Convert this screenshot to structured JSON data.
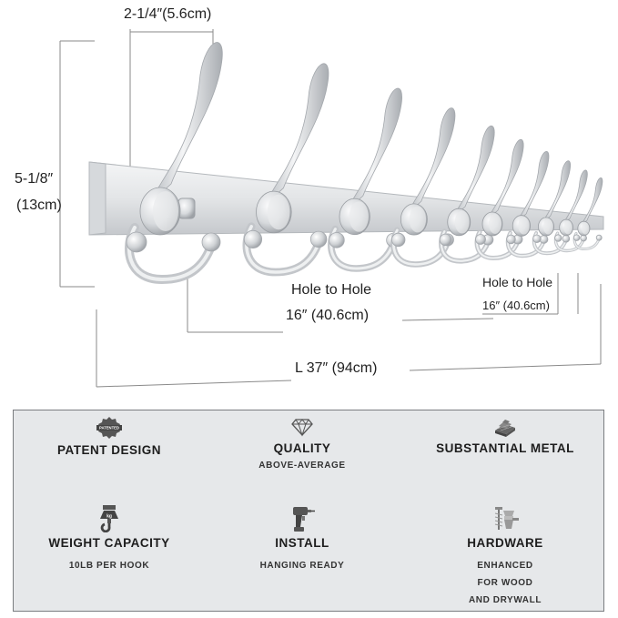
{
  "dimensions": {
    "hook_width": "2-1/4″(5.6cm)",
    "height_line1": "5-1/8″",
    "height_line2": "(13cm)",
    "hole_to_hole_label": "Hole to Hole",
    "hole_to_hole_value": "16″ (40.6cm)",
    "hole_to_hole_label_2": "Hole to Hole",
    "hole_to_hole_value_2": "16″ (40.6cm)",
    "length": "L 37″ (94cm)"
  },
  "features": [
    {
      "icon": "patent-badge-icon",
      "title": "PATENT DESIGN",
      "subtitle": "",
      "badge_text": "PATENTED"
    },
    {
      "icon": "diamond-icon",
      "title": "QUALITY",
      "subtitle": "ABOVE-AVERAGE"
    },
    {
      "icon": "metal-ingot-icon",
      "title": "SUBSTANTIAL METAL",
      "subtitle": ""
    },
    {
      "icon": "weight-hook-icon",
      "title": "WEIGHT CAPACITY",
      "subtitle": "10LB PER HOOK"
    },
    {
      "icon": "drill-icon",
      "title": "INSTALL",
      "subtitle": "HANGING READY"
    },
    {
      "icon": "screws-anchors-icon",
      "title": "HARDWARE",
      "subtitle_lines": [
        "ENHANCED",
        "FOR WOOD",
        "AND DRYWALL"
      ]
    }
  ],
  "colors": {
    "metal_light": "#f2f3f4",
    "metal_mid": "#c9ccd0",
    "metal_dark": "#9a9ea3",
    "panel_bg": "#e6e8ea",
    "panel_border": "#7a7d80",
    "dimension_line": "#8a8a8a"
  }
}
